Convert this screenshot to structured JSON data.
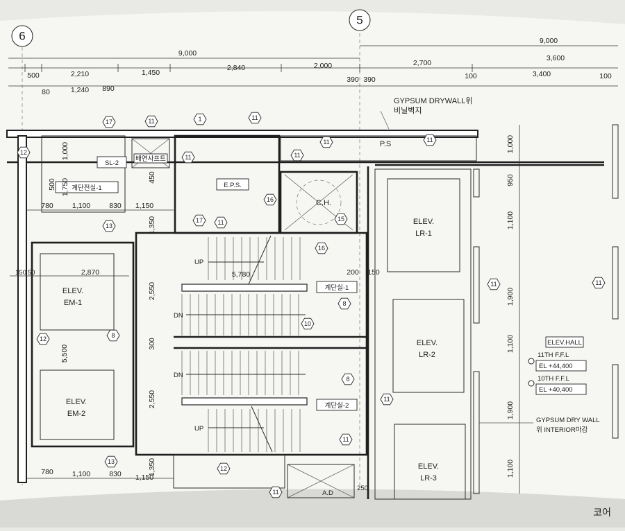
{
  "grid_bubbles": {
    "left": "6",
    "center": "5"
  },
  "dimensions": {
    "top_total_left": "9,000",
    "top_total_right": "9,000",
    "row2": [
      "500",
      "2,210",
      "1,450",
      "2,840",
      "2,000",
      "2,700",
      "3,600"
    ],
    "row3": [
      "80",
      "1,240",
      "890",
      "390",
      "390",
      "100",
      "3,400",
      "100"
    ],
    "room_left": [
      "1,000",
      "1,750",
      "500",
      "450",
      "1,350"
    ],
    "row_mid": [
      "780",
      "1,100",
      "830",
      "1,150"
    ],
    "row_bottom": [
      "780",
      "1,100",
      "830",
      "1,150"
    ],
    "elev_em": [
      "150",
      "50",
      "2,870",
      "5,500"
    ],
    "stair": [
      "2,550",
      "300",
      "2,550",
      "1,350",
      "5,780",
      "200",
      "150",
      "250"
    ],
    "right_vertical": [
      "1,000",
      "950",
      "1,100",
      "1,900",
      "1,100",
      "1,900",
      "1,100"
    ]
  },
  "rooms": {
    "sl2": "SL-2",
    "elec_room": "계단전실-1",
    "fire_box": "배연사프트",
    "eps": "E.P.S.",
    "ch": "C.H.",
    "ps": "P.S",
    "stair1": "계단실-1",
    "stair2": "계단실-2",
    "em1": [
      "ELEV.",
      "EM-1"
    ],
    "em2": [
      "ELEV.",
      "EM-2"
    ],
    "lr1": [
      "ELEV.",
      "LR-1"
    ],
    "lr2": [
      "ELEV.",
      "LR-2"
    ],
    "lr3": [
      "ELEV.",
      "LR-3"
    ],
    "ad": "A.D"
  },
  "stair_marks": {
    "up1": "UP",
    "dn1": "DN",
    "dn2": "DN",
    "up2": "UP"
  },
  "notes": {
    "gypsum_top_1": "GYPSUM DRYWALL위",
    "gypsum_top_2": "비닐벽지",
    "elev_hall": "ELEV.HALL",
    "ffl11": "11TH F.F.L",
    "el11": "EL +44,400",
    "ffl10": "10TH F.F.L",
    "el10": "EL +40,400",
    "gypsum_right_1": "GYPSUM DRY WALL",
    "gypsum_right_2": "위 INTERIOR마감",
    "caption": "코어"
  },
  "tags": {
    "t17a": "17",
    "t11a": "11",
    "t1": "1",
    "t11b": "11",
    "t11c": "11",
    "t11d": "11",
    "t12a": "12",
    "t11e": "11",
    "t11f": "11",
    "t16a": "16",
    "t15": "15",
    "t17b": "17",
    "t11g": "11",
    "t13a": "13",
    "t16b": "16",
    "t8a": "8",
    "t11h": "11",
    "t11i": "11",
    "t10": "10",
    "t12b": "12",
    "t8b": "8",
    "t8c": "8",
    "t11j": "11",
    "t11k": "11",
    "t13b": "13",
    "t12c": "12",
    "t11l": "11"
  }
}
